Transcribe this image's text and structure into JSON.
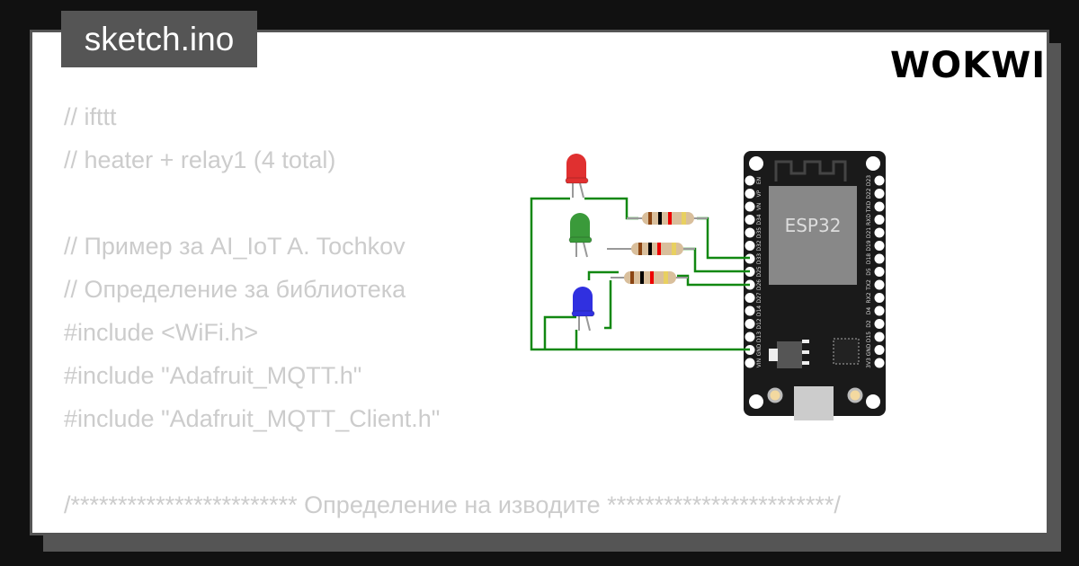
{
  "tab": {
    "title": "sketch.ino"
  },
  "code_lines": [
    "// ifttt",
    "// heater + relay1 (4 total)",
    "",
    "// Пример за AI_IoT A. Tochkov",
    "// Определение за библиотека",
    "#include <WiFi.h>",
    "#include \"Adafruit_MQTT.h\"",
    "#include \"Adafruit_MQTT_Client.h\"",
    "",
    "/************************ Определение на изводите ************************/"
  ],
  "board": {
    "chip_label": "ESP32",
    "left_pins": [
      "EN",
      "VP",
      "VN",
      "D34",
      "D35",
      "D32",
      "D33",
      "D25",
      "D26",
      "D27",
      "D14",
      "D12",
      "D13",
      "GND",
      "VIN"
    ],
    "right_pins": [
      "D23",
      "D22",
      "TXD",
      "RXD",
      "D21",
      "D19",
      "D18",
      "D5",
      "TX2",
      "RX2",
      "D4",
      "D2",
      "D15",
      "GND",
      "3V3"
    ]
  },
  "leds": [
    {
      "color": "#e03030"
    },
    {
      "color": "#3a9a3a"
    },
    {
      "color": "#3030e0"
    }
  ],
  "wire_color": "#118811",
  "logo": "WOKWI"
}
